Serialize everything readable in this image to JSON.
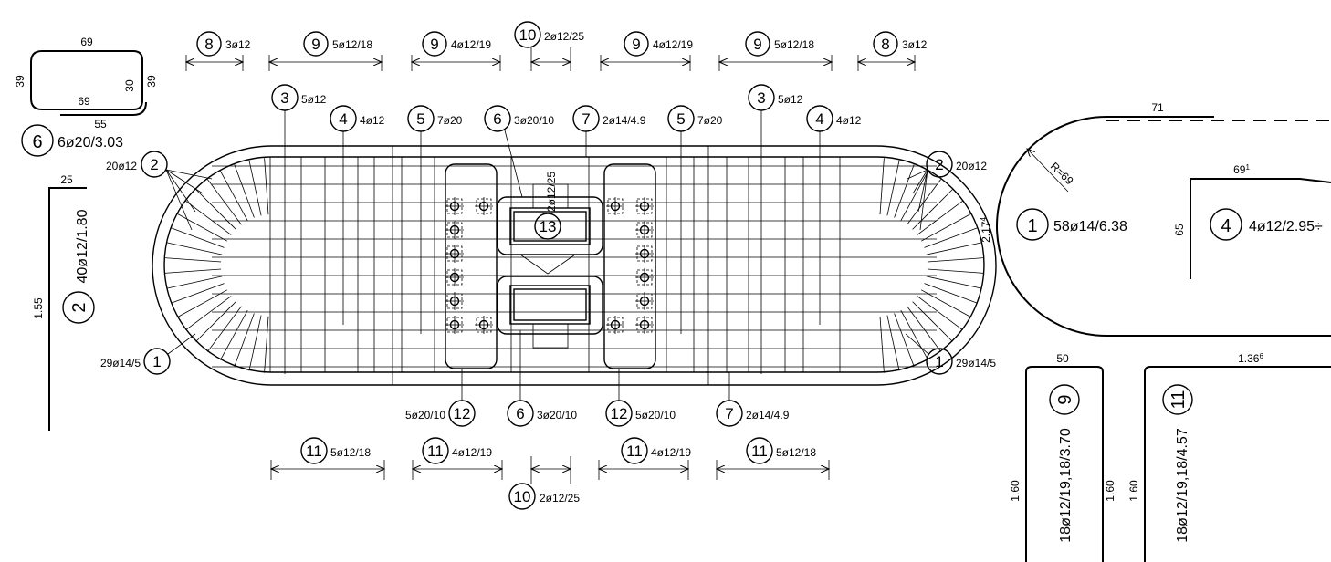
{
  "dims": {
    "top": [
      {
        "tag": "8",
        "spec": "3ø12"
      },
      {
        "tag": "9",
        "spec": "5ø12/18"
      },
      {
        "tag": "9",
        "spec": "4ø12/19"
      },
      {
        "tag": "10",
        "spec": "2ø12/25"
      },
      {
        "tag": "9",
        "spec": "4ø12/19"
      },
      {
        "tag": "9",
        "spec": "5ø12/18"
      },
      {
        "tag": "8",
        "spec": "3ø12"
      }
    ],
    "bottom": [
      {
        "tag": "11",
        "spec": "5ø12/18"
      },
      {
        "tag": "11",
        "spec": "4ø12/19"
      },
      {
        "tag": "11",
        "spec": "4ø12/19"
      },
      {
        "tag": "11",
        "spec": "5ø12/18"
      },
      {
        "tag": "10",
        "spec": "2ø12/25"
      }
    ]
  },
  "callouts": [
    {
      "tag": "3",
      "spec": "5ø12"
    },
    {
      "tag": "4",
      "spec": "4ø12"
    },
    {
      "tag": "5",
      "spec": "7ø20"
    },
    {
      "tag": "6",
      "spec": "3ø20/10"
    },
    {
      "tag": "7",
      "spec": "2ø14/4.9"
    },
    {
      "tag": "5",
      "spec": "7ø20"
    },
    {
      "tag": "3",
      "spec": "5ø12"
    },
    {
      "tag": "4",
      "spec": "4ø12"
    },
    {
      "tag": "2",
      "spec": "20ø12"
    },
    {
      "tag": "2",
      "spec": "20ø12"
    },
    {
      "tag": "1",
      "spec": "29ø14/5"
    },
    {
      "tag": "1",
      "spec": "29ø14/5"
    },
    {
      "tag": "12",
      "spec": "5ø20/10"
    },
    {
      "tag": "6",
      "spec": "3ø20/10"
    },
    {
      "tag": "12",
      "spec": "5ø20/10"
    },
    {
      "tag": "7",
      "spec": "2ø14/4.9"
    },
    {
      "tag": "13",
      "spec": "2ø12/25"
    }
  ],
  "shapes": {
    "bar6": {
      "top": "69",
      "left": "39",
      "inner_bottom": "69",
      "inner_right": "30",
      "right": "39",
      "bottom": "55",
      "tag": "6",
      "spec": "6ø20/3.03"
    },
    "bar2": {
      "top": "25",
      "height": "1.55",
      "tag": "2",
      "spec": "40ø12/1.80"
    },
    "bar1": {
      "top": "71",
      "radius": "R=69",
      "height": "2.17",
      "height_sup": "4",
      "tag": "1",
      "spec": "58ø14/6.38"
    },
    "bar4": {
      "top": "69",
      "top_sup": "1",
      "left": "65",
      "tag": "4",
      "spec": "4ø12/2.95÷"
    },
    "bar9": {
      "top": "50",
      "left": "1.60",
      "right": "1.60",
      "tag": "9",
      "spec": "18ø12/19,18/3.70"
    },
    "bar11": {
      "top": "1.36",
      "top_sup": "6",
      "left": "1.60",
      "tag": "11",
      "spec": "18ø12/19,18/4.57"
    }
  }
}
